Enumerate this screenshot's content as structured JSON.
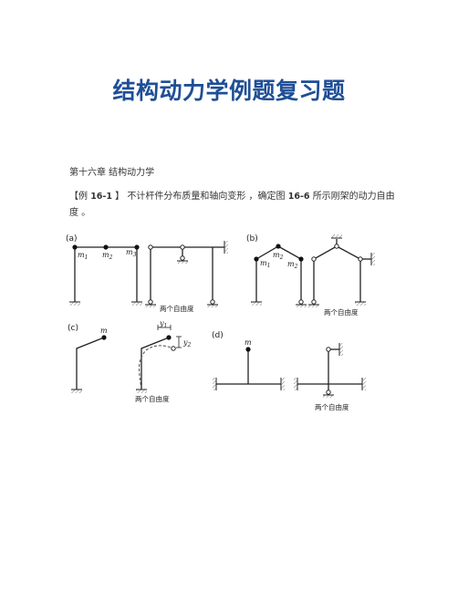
{
  "title": "结构动力学例题复习题",
  "chapter": "第十六章   结构动力学",
  "problem": {
    "open_bracket": "【例",
    "number": "16-1",
    "close_bracket": "】",
    "text_a": "不计杆件分布质量和轴向变形 ，确定图",
    "fig_ref": "16-6",
    "text_b": "所示刚架的动力自由度 。"
  },
  "figures": {
    "a": {
      "tag": "(a)",
      "m1": "m",
      "m1_sub": "1",
      "m2": "m",
      "m2_sub": "2",
      "m3": "m",
      "m3_sub": "3",
      "caption": "两个自由度"
    },
    "b": {
      "tag": "(b)",
      "m1": "m",
      "m1_sub": "1",
      "m2": "m",
      "m2_sub": "2",
      "m3": "m",
      "m3_sub": "2",
      "caption": "两个自由度"
    },
    "c": {
      "tag": "(c)",
      "m": "m",
      "y1": "y",
      "y1_sub": "1",
      "y2": "y",
      "y2_sub": "2",
      "caption": "两个自由度"
    },
    "d": {
      "tag": "(d)",
      "m": "m",
      "caption": "两个自由度"
    }
  }
}
